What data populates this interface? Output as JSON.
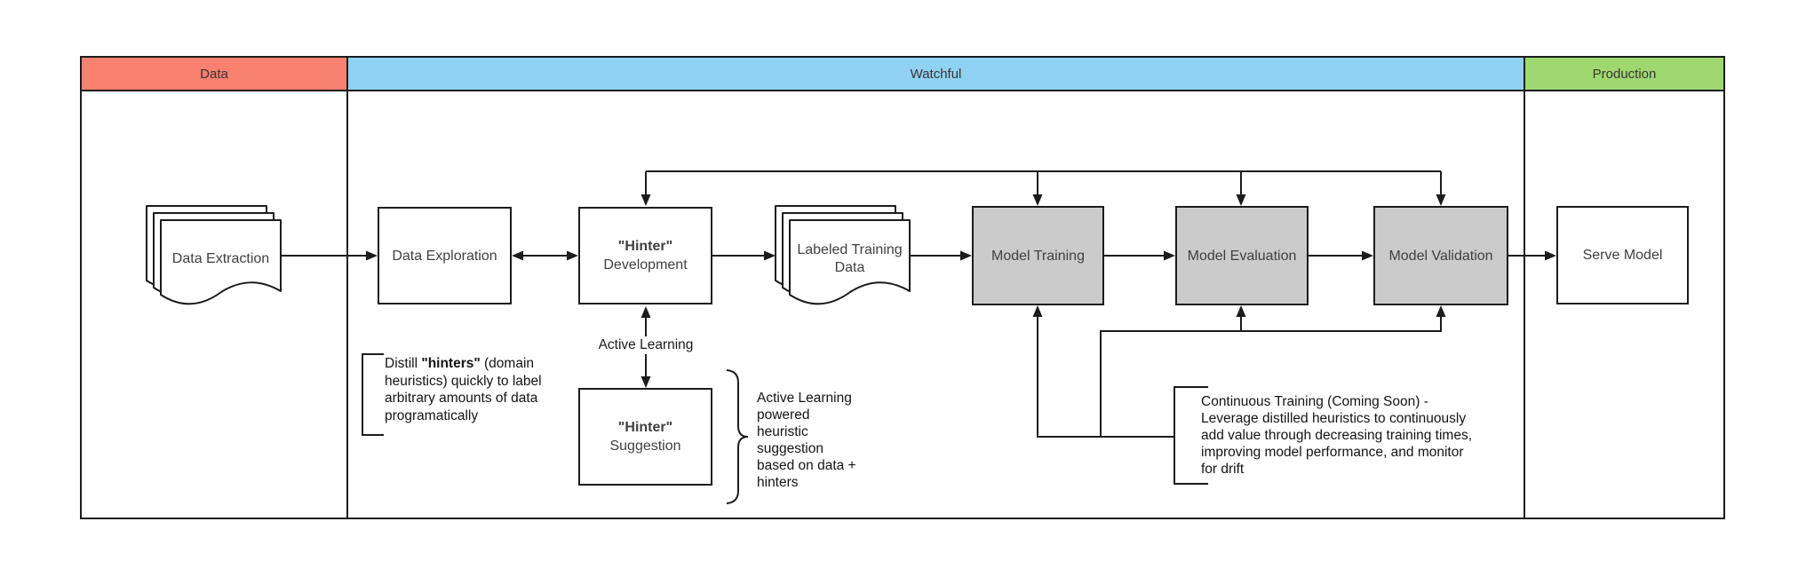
{
  "lanes": [
    {
      "label": "Data",
      "color": "#f8816f"
    },
    {
      "label": "Watchful",
      "color": "#8fd2f4"
    },
    {
      "label": "Production",
      "color": "#a0d870"
    }
  ],
  "nodes": {
    "data_extraction": {
      "label": "Data Extraction",
      "shape": "document-stack"
    },
    "data_exploration": {
      "label": "Data Exploration",
      "shape": "process"
    },
    "hinter_development": {
      "line1": "\"Hinter\"",
      "line2": "Development",
      "shape": "process"
    },
    "labeled_training_data": {
      "line1": "Labeled Training",
      "line2": "Data",
      "shape": "document-stack"
    },
    "model_training": {
      "label": "Model Training",
      "shape": "process-shaded"
    },
    "model_evaluation": {
      "label": "Model Evaluation",
      "shape": "process-shaded"
    },
    "model_validation": {
      "label": "Model Validation",
      "shape": "process-shaded"
    },
    "serve_model": {
      "label": "Serve Model",
      "shape": "process"
    },
    "hinter_suggestion": {
      "line1": "\"Hinter\"",
      "line2": "Suggestion",
      "shape": "process"
    }
  },
  "flow_labels": {
    "active_learning": "Active Learning"
  },
  "annotations": {
    "distill": {
      "line1_pre": "Distill ",
      "line1_bold": "\"hinters\"",
      "line1_post": " (domain",
      "line2": "heuristics) quickly to label",
      "line3": "arbitrary amounts of data",
      "line4": "programatically"
    },
    "active_learning_note": {
      "lines": [
        "Active Learning",
        "powered",
        "heuristic",
        "suggestion",
        "based on data +",
        "hinters"
      ]
    },
    "continuous_training": {
      "lines": [
        "Continuous Training (Coming Soon) -",
        "Leverage distilled heuristics to continuously",
        "add value through decreasing training times,",
        "improving model performance, and monitor",
        "for drift"
      ]
    }
  },
  "colors": {
    "lane_data": "#f8816f",
    "lane_watchful": "#8fd2f4",
    "lane_production": "#a0d870",
    "model_stage_fill": "#cbcbcb",
    "line": "#1c1c1c"
  }
}
